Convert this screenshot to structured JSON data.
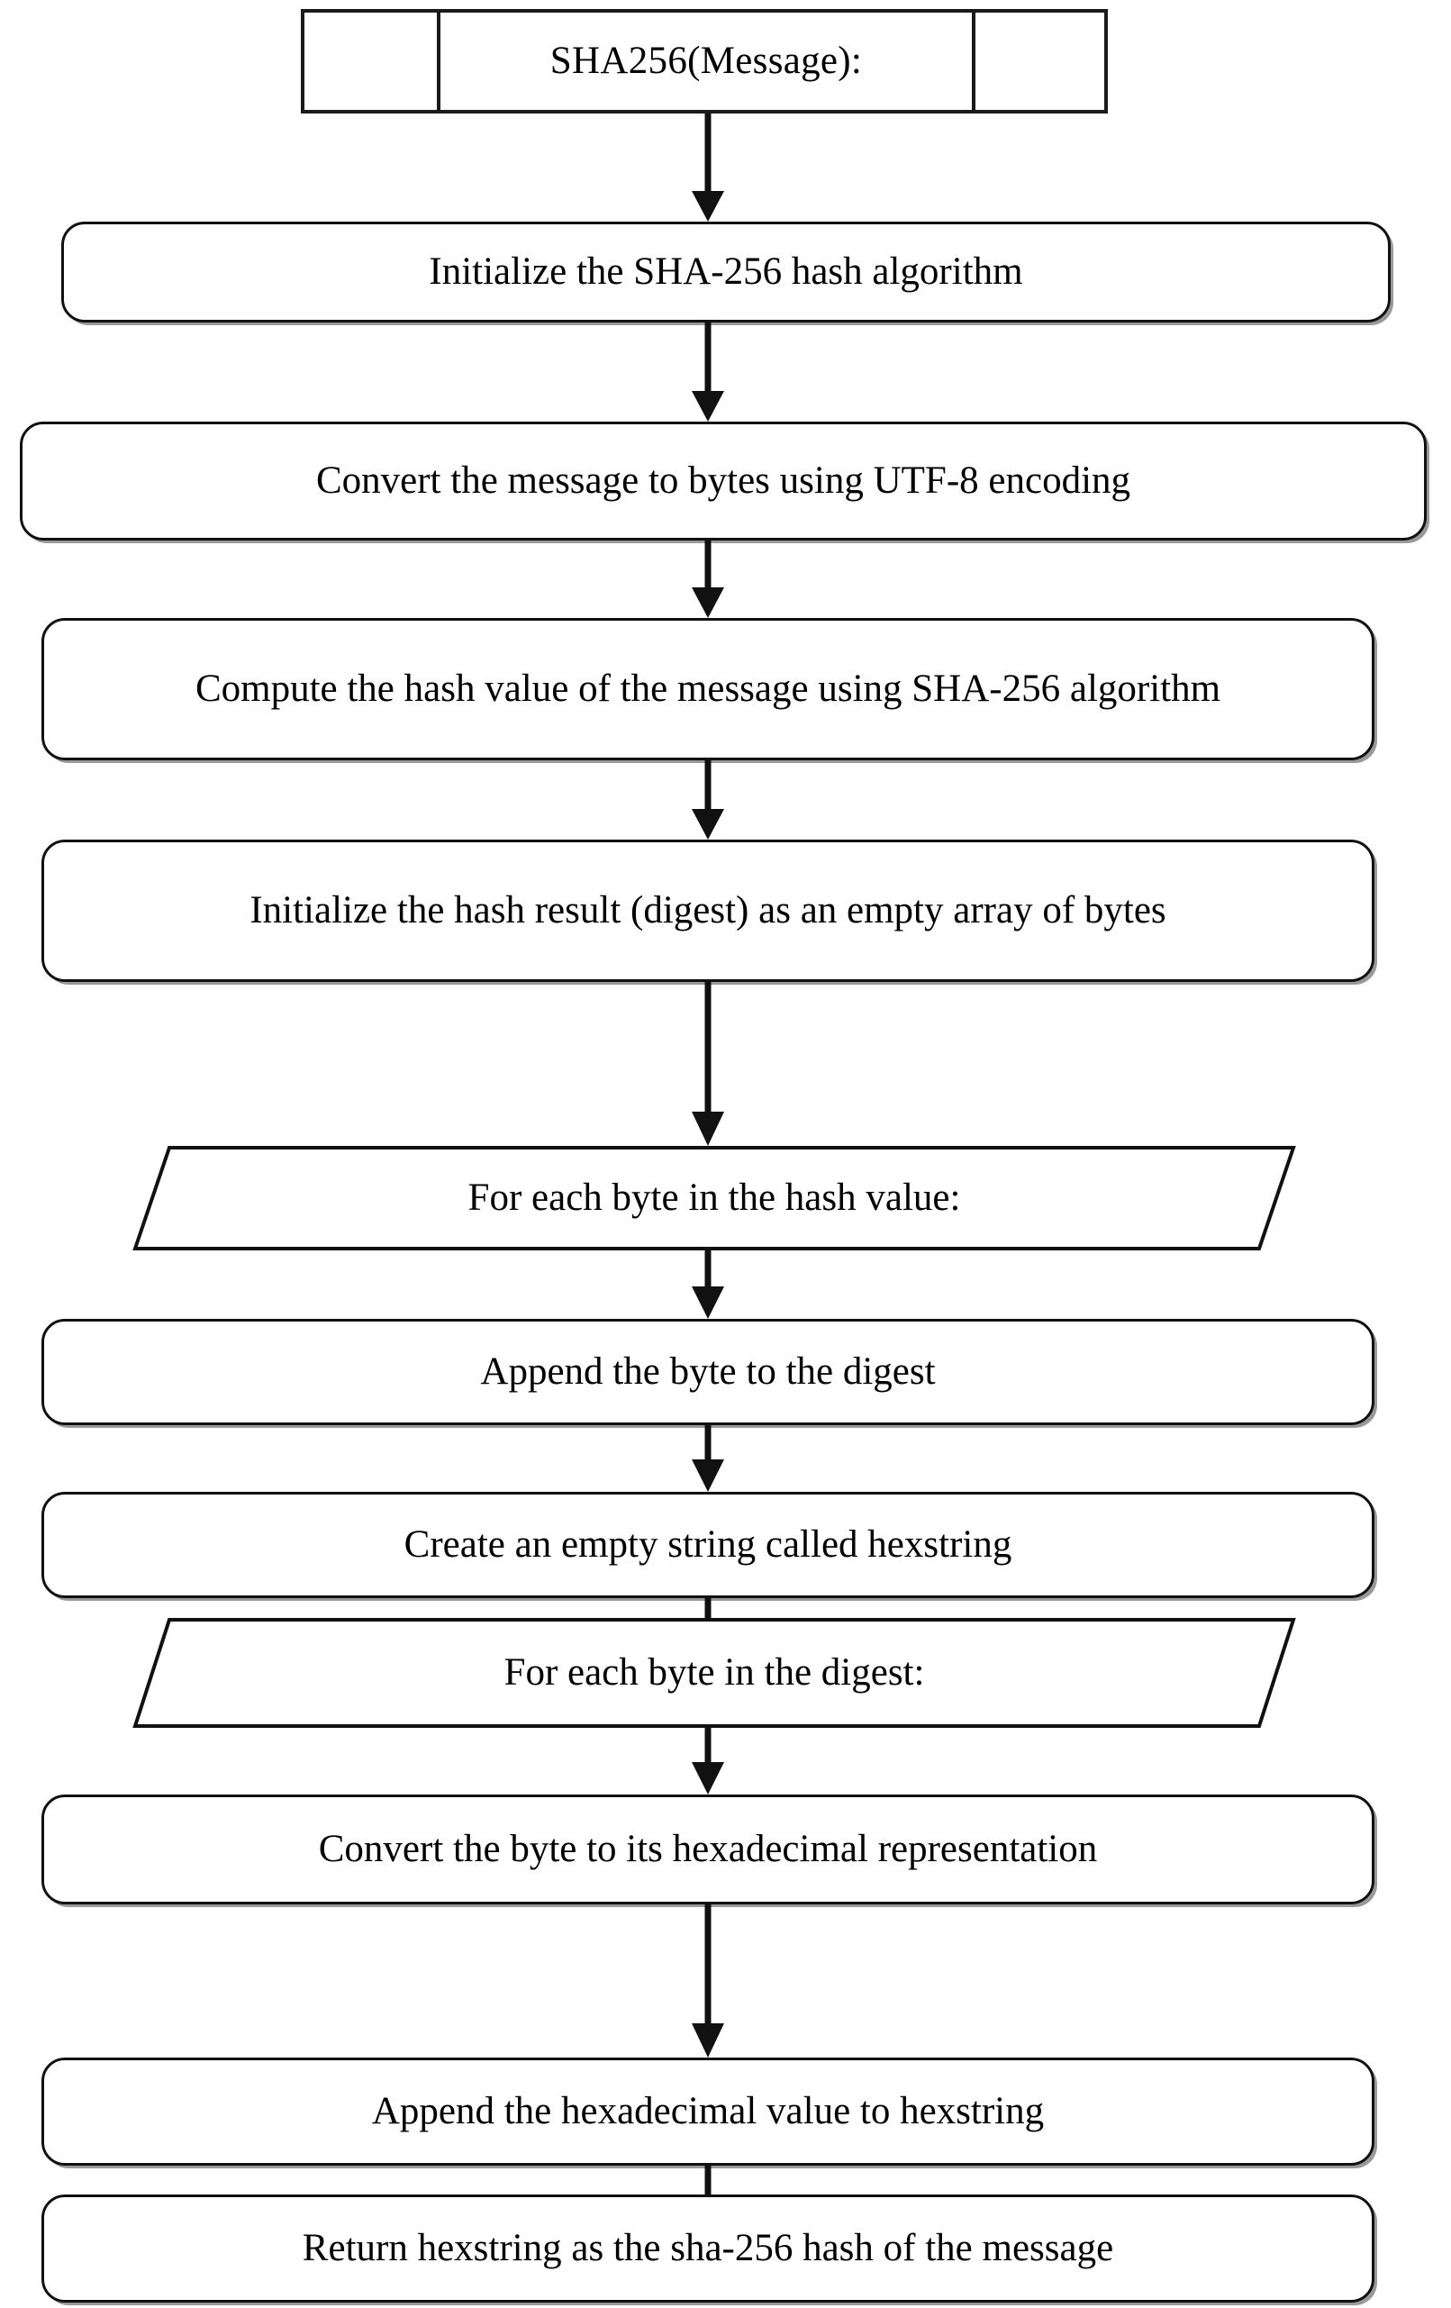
{
  "diagram": {
    "title": "SHA256(Message) flowchart",
    "orientation": "top-to-bottom",
    "colors": {
      "background": "#ffffff",
      "stroke": "#111111",
      "text": "#000000",
      "shadow": "#464646"
    }
  },
  "header": {
    "cells": [
      "",
      "SHA256(Message):",
      ""
    ],
    "title": "SHA256(Message):"
  },
  "nodes": [
    {
      "id": "n1",
      "shape": "process",
      "text": "Initialize the SHA-256 hash algorithm"
    },
    {
      "id": "n2",
      "shape": "process",
      "text": "Convert the message to bytes using UTF-8 encoding"
    },
    {
      "id": "n3",
      "shape": "process",
      "text": "Compute the hash value of the message using SHA-256 algorithm"
    },
    {
      "id": "n4",
      "shape": "process",
      "text": "Initialize the hash result (digest) as an empty array of bytes"
    },
    {
      "id": "n5",
      "shape": "parallelogram",
      "text": "For each byte in the hash value:"
    },
    {
      "id": "n6",
      "shape": "process",
      "text": "Append the byte to the digest"
    },
    {
      "id": "n7",
      "shape": "process",
      "text": "Create an empty string called hexstring"
    },
    {
      "id": "n8",
      "shape": "parallelogram",
      "text": "For each byte in the digest:"
    },
    {
      "id": "n9",
      "shape": "process",
      "text": "Convert the byte to its hexadecimal representation"
    },
    {
      "id": "n10",
      "shape": "process",
      "text": "Append the hexadecimal value to hexstring"
    },
    {
      "id": "n11",
      "shape": "process",
      "text": "Return hexstring as the sha-256 hash of the message"
    }
  ],
  "connectors": [
    {
      "from": "header",
      "to": "n1",
      "type": "arrow-down"
    },
    {
      "from": "n1",
      "to": "n2",
      "type": "arrow-down"
    },
    {
      "from": "n2",
      "to": "n3",
      "type": "arrow-down"
    },
    {
      "from": "n3",
      "to": "n4",
      "type": "arrow-down"
    },
    {
      "from": "n4",
      "to": "n5",
      "type": "arrow-down"
    },
    {
      "from": "n5",
      "to": "n6",
      "type": "arrow-down"
    },
    {
      "from": "n6",
      "to": "n7",
      "type": "arrow-down"
    },
    {
      "from": "n7",
      "to": "n8",
      "type": "arrow-down"
    },
    {
      "from": "n8",
      "to": "n9",
      "type": "arrow-down"
    },
    {
      "from": "n9",
      "to": "n10",
      "type": "arrow-down"
    },
    {
      "from": "n10",
      "to": "n11",
      "type": "arrow-down"
    }
  ]
}
